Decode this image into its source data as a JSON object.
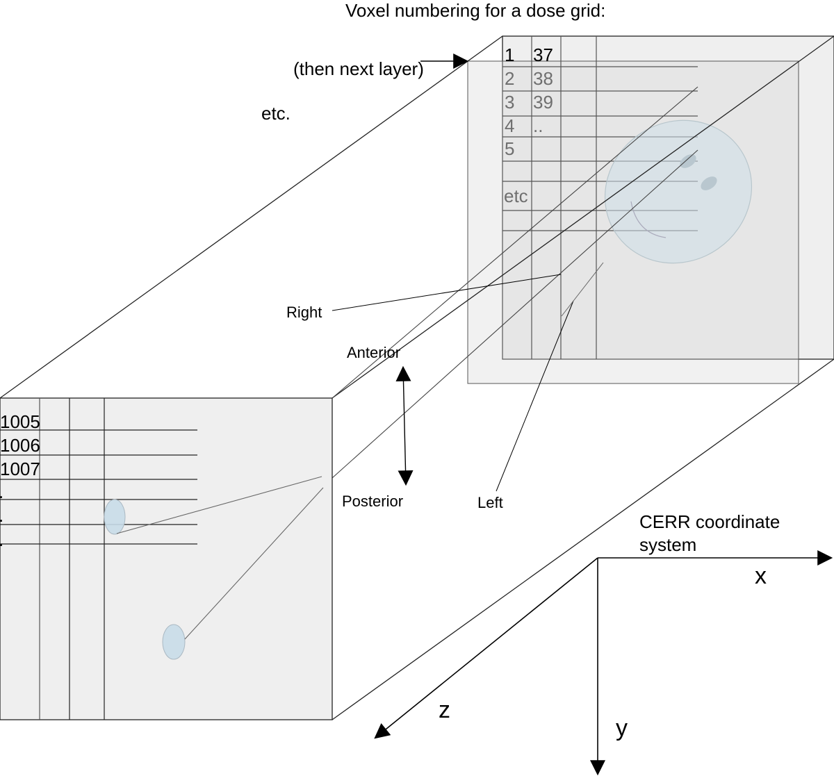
{
  "title": "Voxel numbering for a dose grid:",
  "notes": {
    "next_layer": "(then next layer)",
    "etc": "etc."
  },
  "back_face": {
    "column1": [
      "1",
      "2",
      "3",
      "4",
      "5"
    ],
    "column2": [
      "37",
      "38",
      "39",
      ".."
    ],
    "etc_label": "etc"
  },
  "front_face": {
    "rows": [
      "1005",
      "1006",
      "1007",
      ".",
      ".",
      "."
    ]
  },
  "orientation": {
    "right": "Right",
    "left": "Left",
    "anterior": "Anterior",
    "posterior": "Posterior"
  },
  "axes": {
    "system_line1": "CERR coordinate",
    "system_line2": "system",
    "x": "x",
    "y": "y",
    "z": "z"
  }
}
